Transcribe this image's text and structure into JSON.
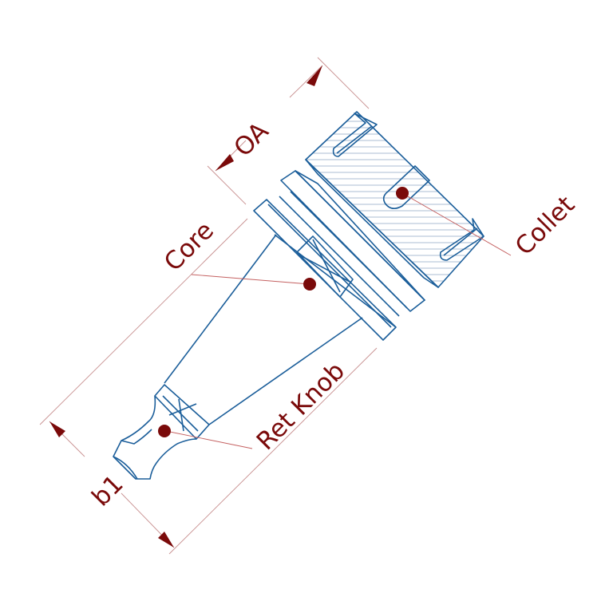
{
  "labels": {
    "oa": "OA",
    "core": "Core",
    "collet": "Collet",
    "ret_knob": "Ret Knob",
    "b1": "b1"
  },
  "colors": {
    "part_stroke": "#1b5e9a",
    "label": "#7a0a0a",
    "dimension_line": "#c89090"
  }
}
